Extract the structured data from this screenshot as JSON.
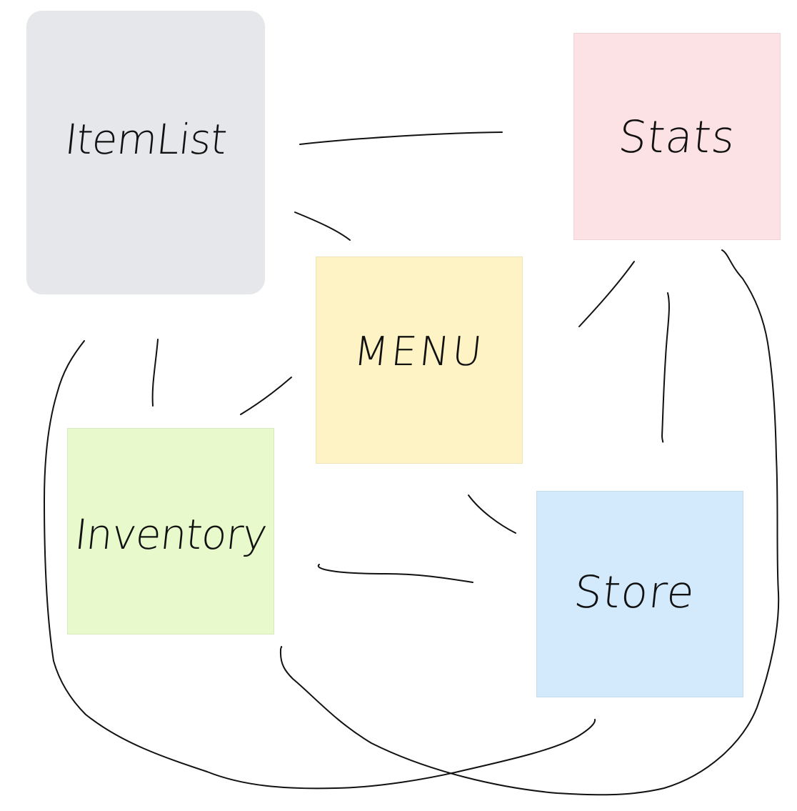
{
  "colors": {
    "itemlist": "#e5e7ea",
    "stats": "#fde2e5",
    "menu": "#fdf3c4",
    "inventory": "#e8f9cb",
    "store": "#d2eafc",
    "ink": "#111111"
  },
  "notes": {
    "itemlist": {
      "label": "ItemList"
    },
    "stats": {
      "label": "Stats"
    },
    "menu": {
      "label": "MENU"
    },
    "inventory": {
      "label": "Inventory"
    },
    "store": {
      "label": "Store"
    }
  }
}
